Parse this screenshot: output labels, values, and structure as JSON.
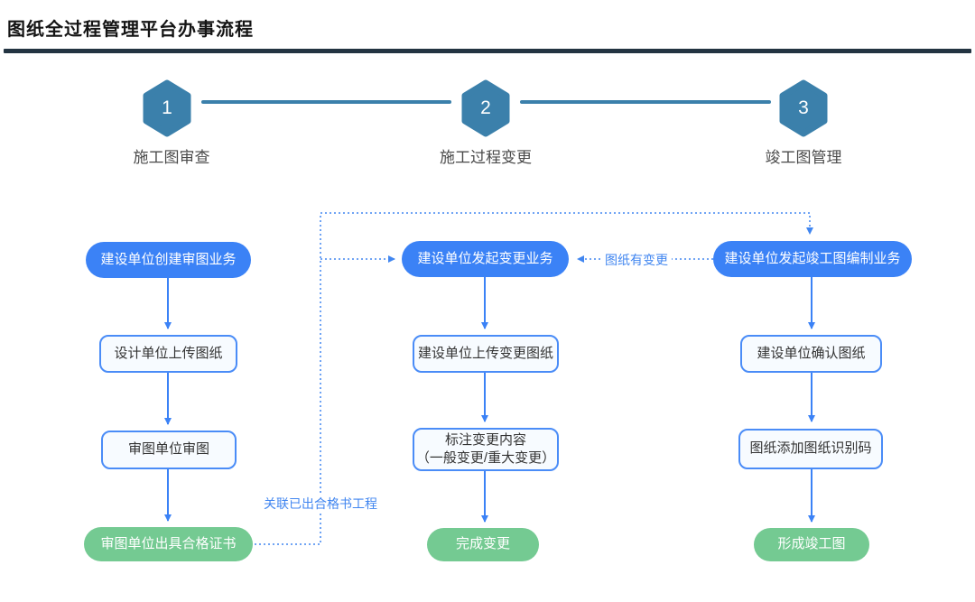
{
  "page": {
    "title": "图纸全过程管理平台办事流程"
  },
  "steps": [
    {
      "number": "1",
      "label": "施工图审查"
    },
    {
      "number": "2",
      "label": "施工过程变更"
    },
    {
      "number": "3",
      "label": "竣工图管理"
    }
  ],
  "columns": [
    {
      "start": "建设单位创建审图业务",
      "boxes": [
        "设计单位上传图纸",
        "审图单位审图"
      ],
      "end": "审图单位出具合格证书"
    },
    {
      "start": "建设单位发起变更业务",
      "boxes": [
        "建设单位上传变更图纸",
        "标注变更内容\n（一般变更/重大变更）"
      ],
      "end": "完成变更"
    },
    {
      "start": "建设单位发起竣工图编制业务",
      "boxes": [
        "建设单位确认图纸",
        "图纸添加图纸识别码"
      ],
      "end": "形成竣工图"
    }
  ],
  "connectors": {
    "certificate_link_label": "关联已出合格书工程",
    "drawing_changed_label": "图纸有变更"
  },
  "colors": {
    "step_hexagon_blue": "#3b80ab",
    "node_blue": "#3b82f6",
    "node_white_border": "#4a8cf7",
    "node_green": "#74ca92",
    "dotted_connector_blue": "#4186f0",
    "divider_dark": "#233442"
  }
}
